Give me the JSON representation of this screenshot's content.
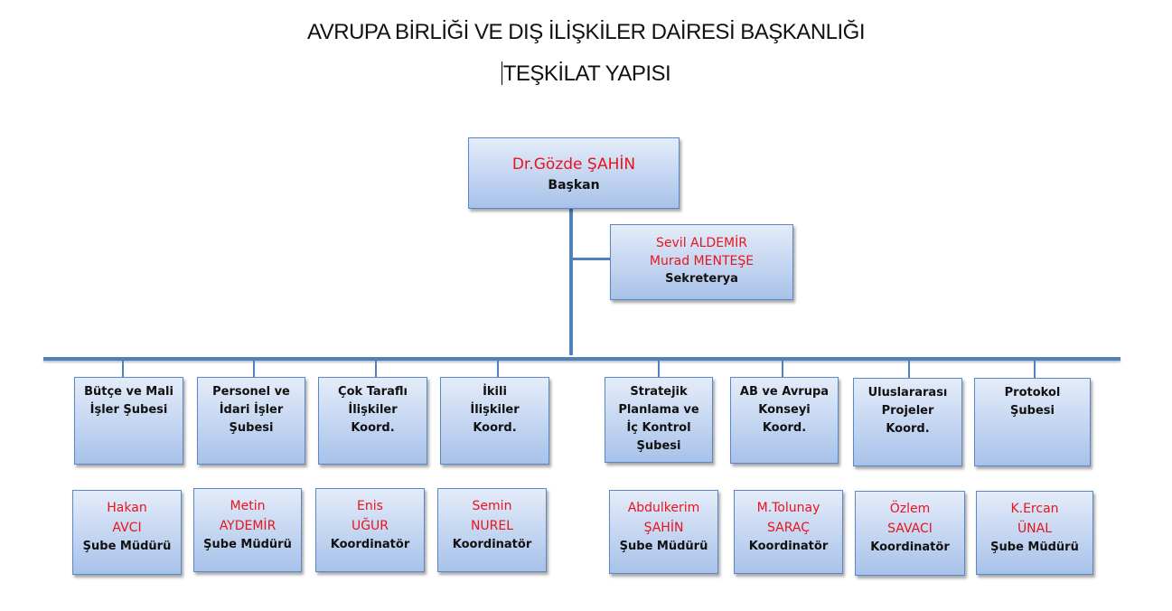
{
  "title": {
    "line1": "AVRUPA BİRLİĞİ VE DIŞ İLİŞKİLER DAİRESİ BAŞKANLIĞI",
    "line2": "TEŞKİLAT YAPISI"
  },
  "head": {
    "name": "Dr.Gözde ŞAHİN",
    "role": "Başkan"
  },
  "secretary": {
    "names": [
      "Sevil ALDEMİR",
      "Murad MENTEŞE"
    ],
    "role": "Sekreterya"
  },
  "units": [
    {
      "lines": [
        "Bütçe ve Mali",
        "İşler Şubesi"
      ],
      "person": [
        "Hakan",
        "AVCI"
      ],
      "role": "Şube Müdürü"
    },
    {
      "lines": [
        "Personel ve",
        "İdari İşler",
        "Şubesi"
      ],
      "person": [
        "Metin",
        "AYDEMİR"
      ],
      "role": "Şube Müdürü"
    },
    {
      "lines": [
        "Çok Taraflı",
        "İlişkiler",
        "Koord."
      ],
      "person": [
        "Enis",
        "UĞUR"
      ],
      "role": "Koordinatör"
    },
    {
      "lines": [
        "İkili",
        "İlişkiler",
        "Koord."
      ],
      "person": [
        "Semin",
        "NUREL"
      ],
      "role": "Koordinatör"
    },
    {
      "lines": [
        "Stratejik",
        "Planlama ve",
        "İç Kontrol",
        "Şubesi"
      ],
      "person": [
        "Abdulkerim",
        "ŞAHİN"
      ],
      "role": "Şube Müdürü"
    },
    {
      "lines": [
        "AB ve Avrupa",
        "Konseyi",
        "Koord."
      ],
      "person": [
        "M.Tolunay",
        "SARAÇ"
      ],
      "role": "Koordinatör"
    },
    {
      "lines": [
        "Uluslararası",
        "Projeler",
        "Koord."
      ],
      "person": [
        "Özlem",
        "SAVACI"
      ],
      "role": "Koordinatör"
    },
    {
      "lines": [
        "Protokol",
        "Şubesi"
      ],
      "person": [
        "K.Ercan",
        "ÜNAL"
      ],
      "role": "Şube Müdürü"
    }
  ]
}
